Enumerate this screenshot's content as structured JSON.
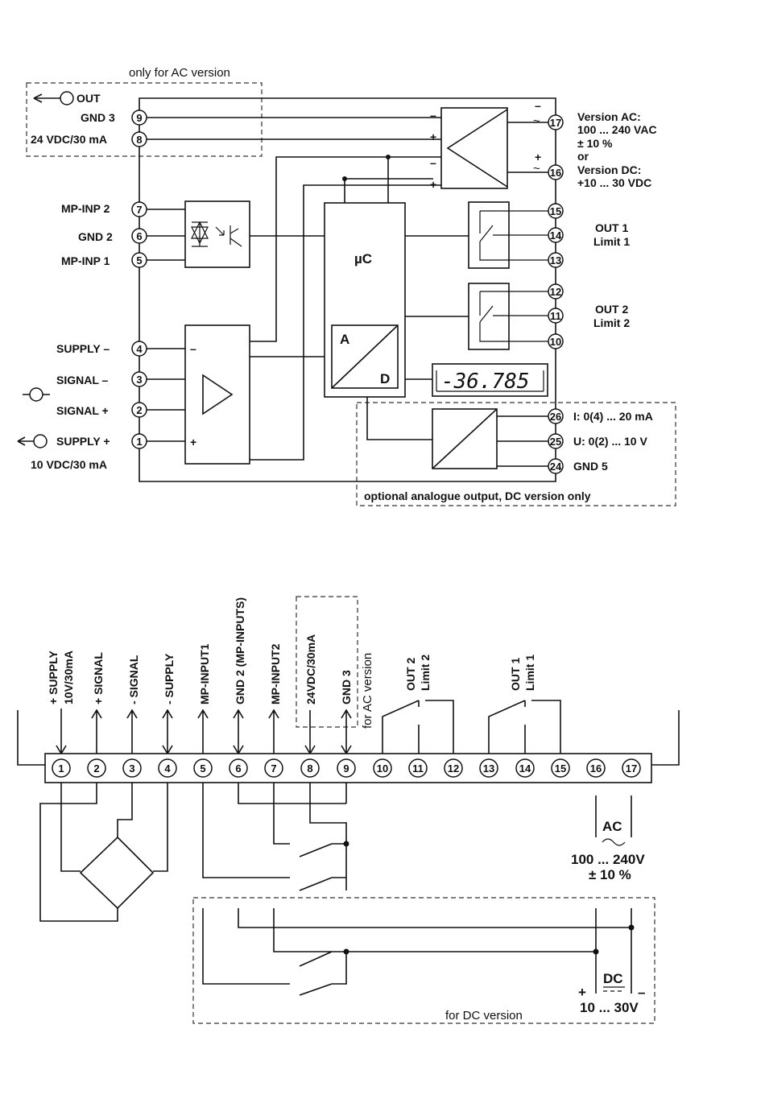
{
  "block": {
    "ac_note": "only for AC version",
    "labels": {
      "out": "OUT",
      "gnd3": "GND 3",
      "v24": "24 VDC/30 mA",
      "mpinp2": "MP-INP 2",
      "gnd2": "GND 2",
      "mpinp1": "MP-INP 1",
      "supply_minus": "SUPPLY –",
      "signal_minus": "SIGNAL –",
      "signal_plus": "SIGNAL +",
      "supply_plus": "SUPPLY +",
      "v10": "10 VDC/30 mA"
    },
    "left_terminals": [
      "9",
      "8",
      "7",
      "6",
      "5",
      "4",
      "3",
      "2",
      "1"
    ],
    "right_terminals": [
      "17",
      "16",
      "15",
      "14",
      "13",
      "12",
      "11",
      "10"
    ],
    "analog_terminals": [
      "26",
      "25",
      "24"
    ],
    "version_ac": [
      "Version AC:",
      "100 ... 240 VAC",
      "± 10 %",
      "or",
      "Version DC:",
      "+10 ... 30 VDC"
    ],
    "out1": [
      "OUT 1",
      "Limit 1"
    ],
    "out2": [
      "OUT 2",
      "Limit 2"
    ],
    "analog_labels": [
      "I:  0(4) ... 20 mA",
      "U: 0(2) ... 10 V",
      "GND 5"
    ],
    "analog_note": "optional analogue output, DC version only",
    "uc": "µC",
    "adc_a": "A",
    "adc_d": "D",
    "display": "-36.785"
  },
  "wiring": {
    "top_labels": [
      "+ SUPPLY",
      "10V/30mA",
      "+ SIGNAL",
      "- SIGNAL",
      "- SUPPLY",
      "MP-INPUT1",
      "GND 2 (MP-INPUTS)",
      "MP-INPUT2",
      "24VDC/30mA",
      "GND 3",
      "for AC version"
    ],
    "out2": [
      "OUT 2",
      "Limit 2"
    ],
    "out1": [
      "OUT 1",
      "Limit 1"
    ],
    "terminals": [
      "1",
      "2",
      "3",
      "4",
      "5",
      "6",
      "7",
      "8",
      "9",
      "10",
      "11",
      "12",
      "13",
      "14",
      "15",
      "16",
      "17"
    ],
    "ac_block": [
      "AC",
      "100 ... 240V",
      "± 10 %"
    ],
    "dc_block": [
      "DC",
      "10 ... 30V"
    ],
    "dc_plus": "+",
    "dc_minus": "–",
    "dc_note": "for DC version"
  }
}
